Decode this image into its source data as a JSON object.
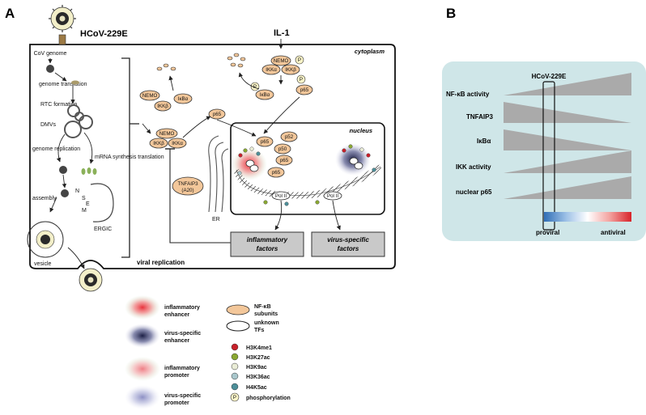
{
  "panel_a": {
    "label": "A",
    "virus_label": "HCoV-229E",
    "cytoplasm_label": "cytoplasm",
    "nucleus_label": "nucleus",
    "il1_label": "IL-1",
    "er_label": "ER",
    "ergic_label": "ERGIC",
    "vesicle_label": "vesicle",
    "viral_replication_label": "viral replication",
    "replication_steps": [
      "CoV genome",
      "genome translation",
      "RTC formation",
      "DMVs",
      "genome replication",
      "mRNA synthesis translation",
      "assembly"
    ],
    "structural_proteins": [
      "N",
      "S",
      "E",
      "M"
    ],
    "proteins": {
      "nemo": "NEMO",
      "ikka": "IKKα",
      "ikkb": "IKKβ",
      "ikba": "IκBα",
      "p65": "p65",
      "p50": "p50",
      "p52": "p52",
      "phospho": "P",
      "tnfaip3_line1": "TNFAIP3",
      "tnfaip3_line2": "(A20)",
      "pol2": "Pol II"
    },
    "outputs": {
      "inflammatory_line1": "inflammatory",
      "inflammatory_line2": "factors",
      "virus_specific_line1": "virus-specific",
      "virus_specific_line2": "factors"
    }
  },
  "legend": {
    "items": [
      {
        "line1": "inflammatory",
        "line2": "enhancer",
        "color": "#e8323c"
      },
      {
        "line1": "virus-specific",
        "line2": "enhancer",
        "color": "#2a2f5c"
      },
      {
        "line1": "inflammatory",
        "line2": "promoter",
        "color": "#ef9aa0"
      },
      {
        "line1": "virus-specific",
        "line2": "promoter",
        "color": "#a8abd0"
      }
    ],
    "nfkb_line1": "NF-κB",
    "nfkb_line2": "subunits",
    "unknown_line1": "unknown",
    "unknown_line2": "TFs",
    "marks": [
      {
        "name": "H3K4me1",
        "color": "#c8202a"
      },
      {
        "name": "H3K27ac",
        "color": "#8aa832"
      },
      {
        "name": "H3K9ac",
        "color": "#e9ecd6"
      },
      {
        "name": "H3K36ac",
        "color": "#a9c7cc"
      },
      {
        "name": "H4K5ac",
        "color": "#4d8f99"
      }
    ],
    "phospho_symbol": "P",
    "phospho_label": "phosphorylation"
  },
  "panel_b": {
    "label": "B",
    "column_title": "HCoV-229E",
    "rows": [
      "NF-κB activity",
      "TNFAIP3",
      "IκBα",
      "IKK activity",
      "nuclear p65"
    ],
    "bar_left_label": "proviral",
    "bar_right_label": "antiviral",
    "colors": {
      "panel_bg": "#cfe6e8",
      "wedge": "#aaaaaa",
      "proviral": "#2f6db5",
      "antiviral": "#d8232a"
    }
  }
}
